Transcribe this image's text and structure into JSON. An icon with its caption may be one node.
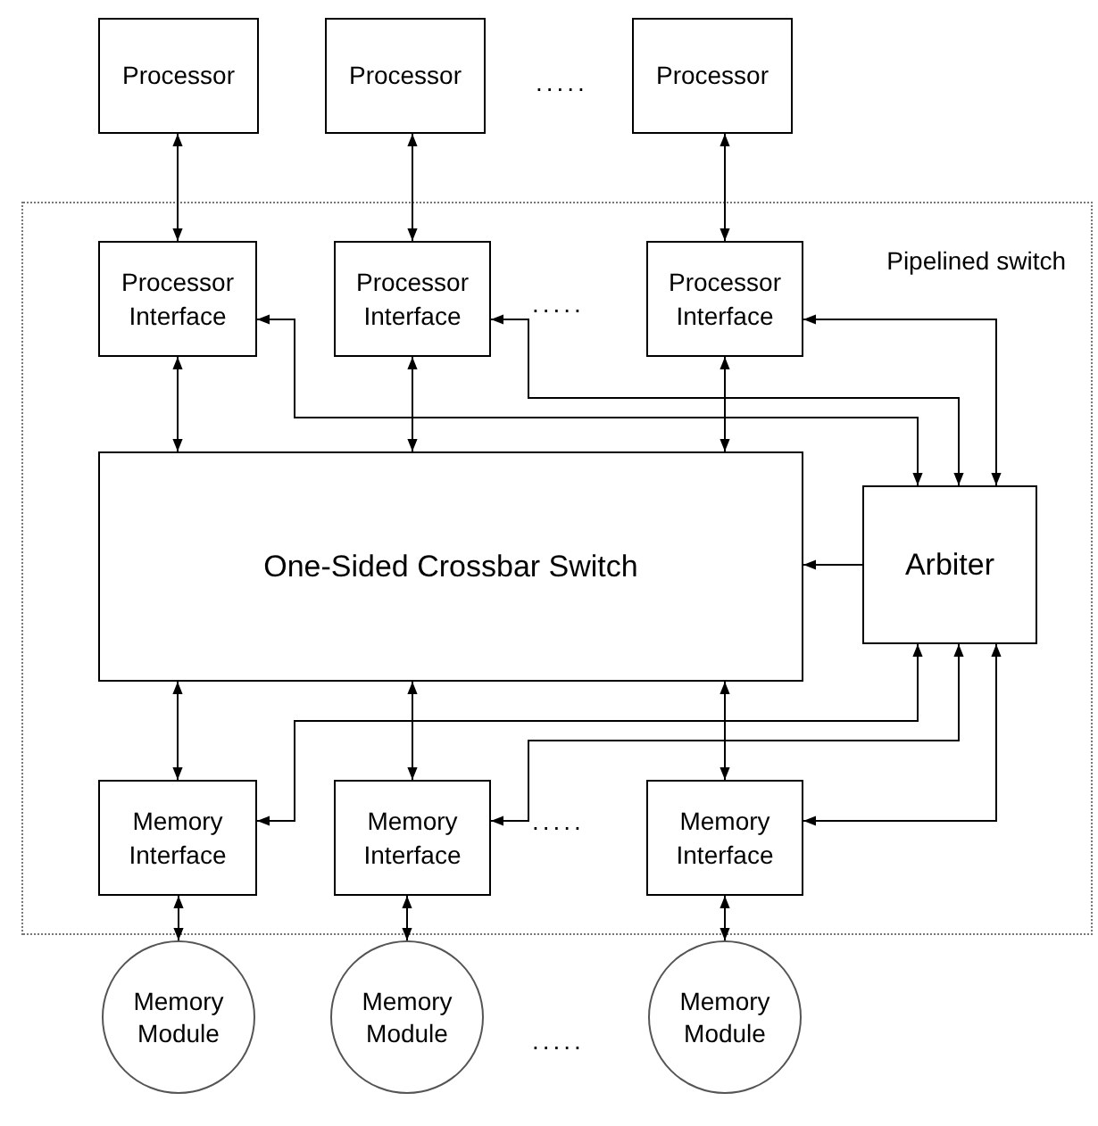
{
  "diagram": {
    "nodes": [
      {
        "text": [
          "Pipelined switch"
        ]
      },
      {
        "text": [
          "Processor"
        ]
      },
      {
        "text": [
          "Processor"
        ]
      },
      {
        "text": [
          "Processor"
        ]
      },
      {
        "text": [
          "Processor Interface"
        ],
        "in": 0
      },
      {
        "text": [
          "Processor Interface"
        ],
        "in": 0
      },
      {
        "text": [
          "Processor Interface"
        ],
        "in": 0
      },
      {
        "text": [
          "One-Sided Crossbar Switch"
        ],
        "in": 0
      },
      {
        "text": [
          "Arbiter"
        ],
        "in": 0
      },
      {
        "text": [
          "Memory Interface"
        ],
        "in": 0
      },
      {
        "text": [
          "Memory Interface"
        ],
        "in": 0
      },
      {
        "text": [
          "Memory Interface"
        ],
        "in": 0
      },
      {
        "text": [
          "Memory Module"
        ]
      },
      {
        "text": [
          "Memory Module"
        ]
      },
      {
        "text": [
          "Memory Module"
        ]
      }
    ],
    "edges": [
      {
        "from": 1,
        "to": 4,
        "arrow": "both"
      },
      {
        "from": 2,
        "to": 5,
        "arrow": "both"
      },
      {
        "from": 3,
        "to": 6,
        "arrow": "both"
      },
      {
        "from": 4,
        "to": 7,
        "arrow": "both"
      },
      {
        "from": 5,
        "to": 7,
        "arrow": "both"
      },
      {
        "from": 6,
        "to": 7,
        "arrow": "both"
      },
      {
        "from": 8,
        "to": 7,
        "arrow": "to"
      },
      {
        "from": 8,
        "to": 4,
        "arrow": "both"
      },
      {
        "from": 8,
        "to": 5,
        "arrow": "both"
      },
      {
        "from": 8,
        "to": 6,
        "arrow": "both"
      },
      {
        "from": 7,
        "to": 9,
        "arrow": "both"
      },
      {
        "from": 7,
        "to": 10,
        "arrow": "both"
      },
      {
        "from": 7,
        "to": 11,
        "arrow": "both"
      },
      {
        "from": 8,
        "to": 9,
        "arrow": "both"
      },
      {
        "from": 8,
        "to": 10,
        "arrow": "both"
      },
      {
        "from": 8,
        "to": 11,
        "arrow": "both"
      },
      {
        "from": 9,
        "to": 12,
        "arrow": "both"
      },
      {
        "from": 10,
        "to": 13,
        "arrow": "both"
      },
      {
        "from": 11,
        "to": 14,
        "arrow": "both"
      }
    ],
    "labels": [
      ".....",
      ".....",
      ".....",
      "....."
    ]
  }
}
